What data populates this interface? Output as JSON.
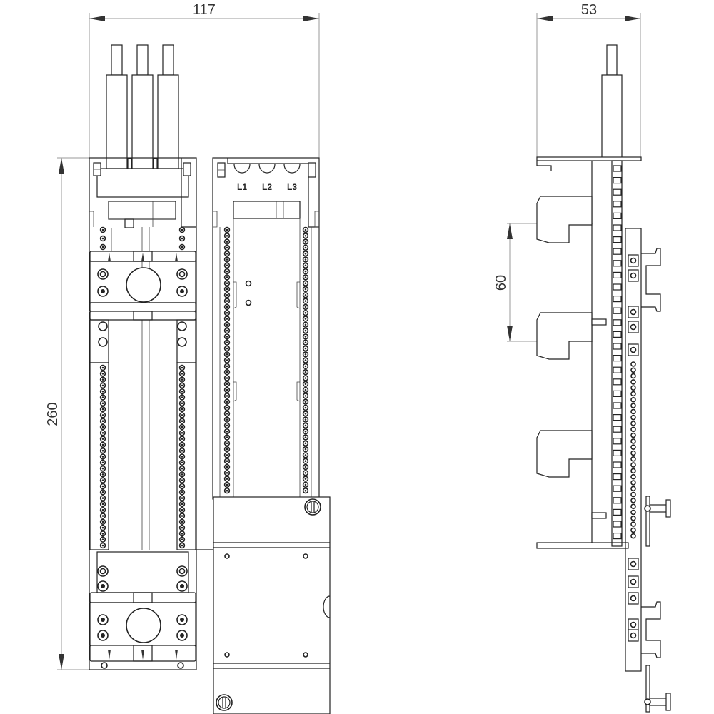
{
  "drawing": {
    "type": "technical-dimension-drawing",
    "views": [
      {
        "name": "front-view",
        "description": "Busbar adapter with 3-phase terminal module and fuse/base cover"
      },
      {
        "name": "side-view",
        "description": "Side profile with DIN-rail clips and mounting screws"
      }
    ]
  },
  "dimensions": {
    "front_width": "117",
    "front_height": "260",
    "side_depth": "53",
    "side_pitch": "60"
  },
  "phase_labels": [
    "L1",
    "L2",
    "L3"
  ],
  "colors": {
    "line": "#222222",
    "dimension_line": "#9a9a9a",
    "background": "#ffffff"
  }
}
